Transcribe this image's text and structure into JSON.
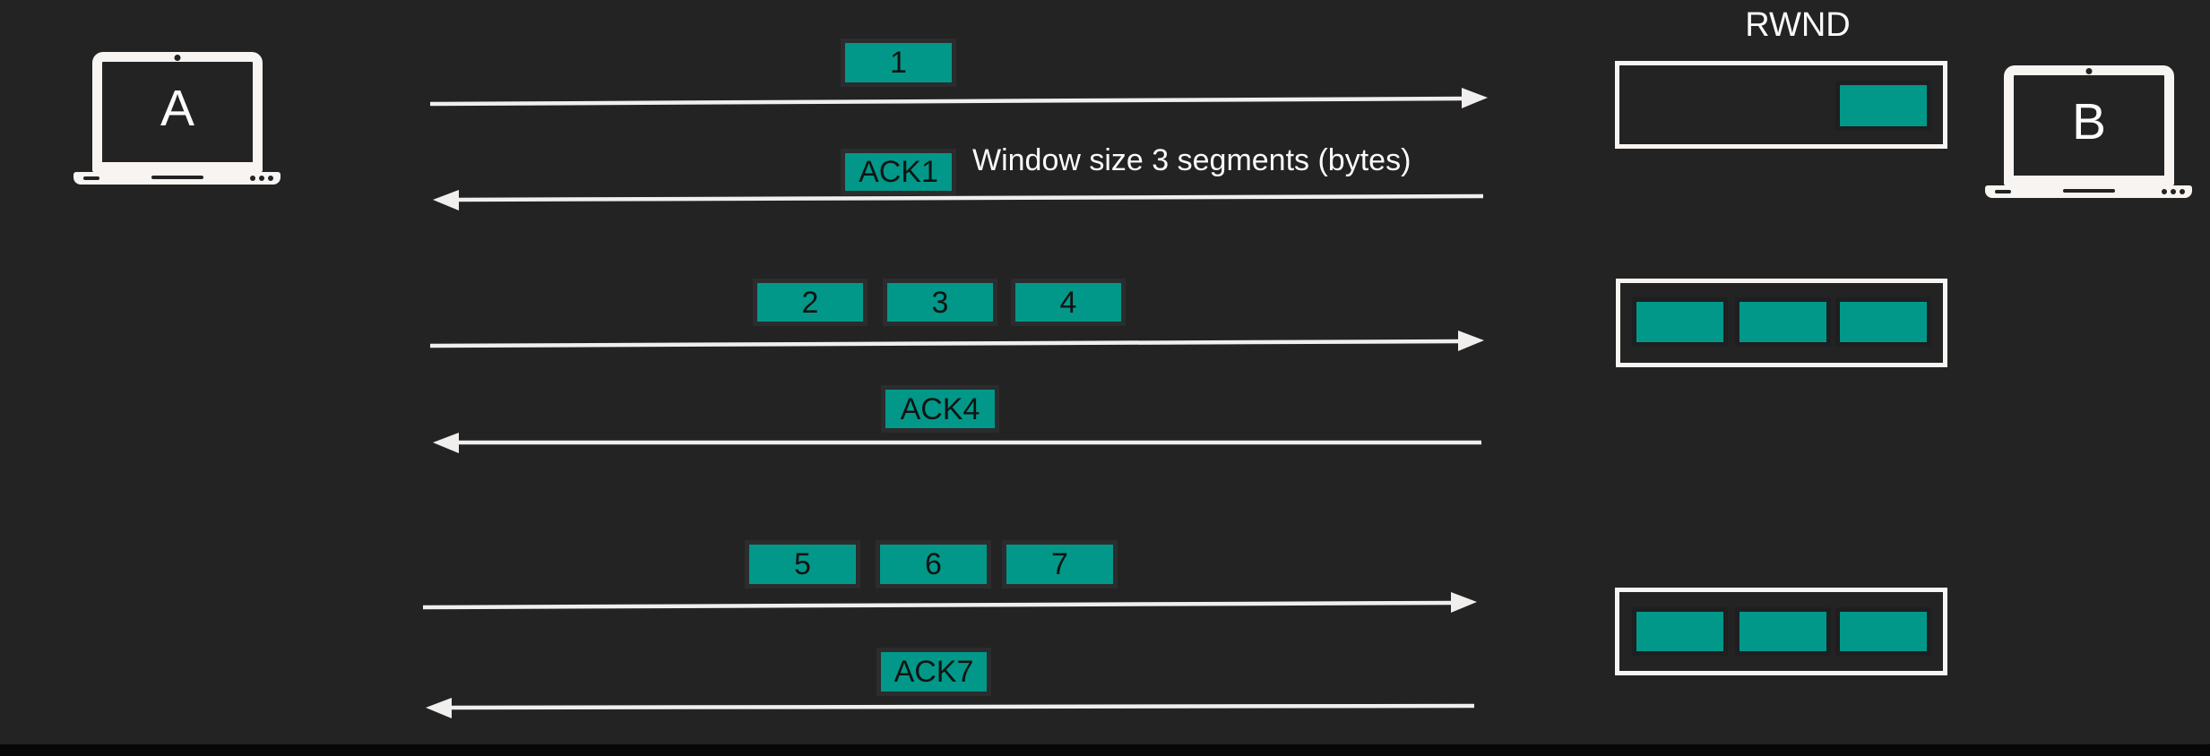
{
  "hosts": {
    "sender_label": "A",
    "receiver_label": "B"
  },
  "rwnd": {
    "title": "RWND"
  },
  "annotation": "Window size 3 segments (bytes)",
  "transfers": {
    "round1": {
      "data_segments": [
        "1"
      ],
      "ack_label": "ACK1"
    },
    "round2": {
      "data_segments": [
        "2",
        "3",
        "4"
      ],
      "ack_label": "ACK4"
    },
    "round3": {
      "data_segments": [
        "5",
        "6",
        "7"
      ],
      "ack_label": "ACK7"
    }
  },
  "receive_windows": {
    "round1_filled_slots": 1,
    "round2_filled_slots": 3,
    "round3_filled_slots": 3
  },
  "colors": {
    "background": "#232324",
    "teal": "#029889",
    "arrow_white": "#f1efee",
    "laptop_white": "#f7f4f1",
    "text_white": "#fbfaf9",
    "segment_rim": "#2b2c2d",
    "cell_rim": "#1e1f20",
    "bottom_bar": "#070707"
  }
}
